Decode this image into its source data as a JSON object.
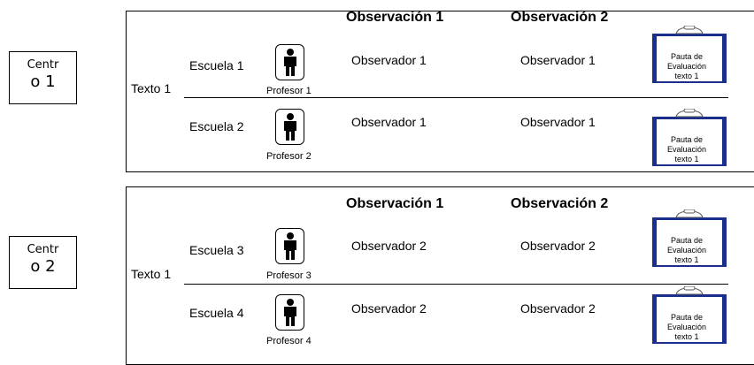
{
  "groups": [
    {
      "centro": {
        "line1": "Centr",
        "line2": "o 1"
      },
      "texto": "Texto 1",
      "headers": [
        "Observación 1",
        "Observación 2"
      ],
      "rows": [
        {
          "escuela": "Escuela 1",
          "profesor": "Profesor 1",
          "obs1": "Observador 1",
          "obs2": "Observador 1"
        },
        {
          "escuela": "Escuela 2",
          "profesor": "Profesor 2",
          "obs1": "Observador 1",
          "obs2": "Observador 1"
        }
      ]
    },
    {
      "centro": {
        "line1": "Centr",
        "line2": "o 2"
      },
      "texto": "Texto 1",
      "headers": [
        "Observación 1",
        "Observación 2"
      ],
      "rows": [
        {
          "escuela": "Escuela 3",
          "profesor": "Profesor 3",
          "obs1": "Observador 2",
          "obs2": "Observador 2"
        },
        {
          "escuela": "Escuela 4",
          "profesor": "Profesor 4",
          "obs1": "Observador 2",
          "obs2": "Observador 2"
        }
      ]
    }
  ],
  "clipboard": {
    "line1": "Pauta de",
    "line2": "Evaluación",
    "line3": "texto 1"
  },
  "icons": {
    "person": "person-silhouette-icon",
    "clipboard": "clipboard-icon"
  },
  "colors": {
    "clipboard_frame": "#1a2f8c",
    "line": "#000000"
  }
}
